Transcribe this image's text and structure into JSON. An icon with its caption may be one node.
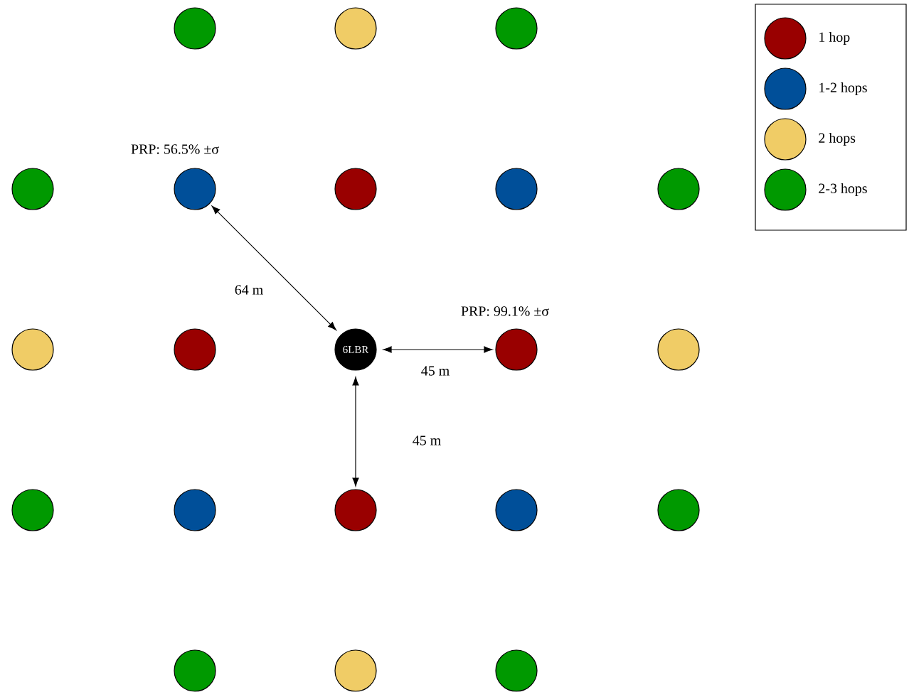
{
  "diagram": {
    "nodes": [
      {
        "text": [],
        "shape": "circle"
      },
      {
        "text": [],
        "shape": "circle"
      },
      {
        "text": [],
        "shape": "circle"
      },
      {
        "text": [],
        "shape": "circle"
      },
      {
        "text": [],
        "shape": "circle",
        "beside": [
          "PRP: 56.5% ±σ"
        ]
      },
      {
        "text": [],
        "shape": "circle"
      },
      {
        "text": [],
        "shape": "circle"
      },
      {
        "text": [],
        "shape": "circle"
      },
      {
        "text": [],
        "shape": "circle"
      },
      {
        "text": [],
        "shape": "circle"
      },
      {
        "text": [
          "6LBR"
        ]
      },
      {
        "text": [],
        "shape": "circle",
        "beside": [
          "PRP: 99.1% ±σ"
        ]
      },
      {
        "text": [],
        "shape": "circle"
      },
      {
        "text": [],
        "shape": "circle"
      },
      {
        "text": [],
        "shape": "circle"
      },
      {
        "text": [],
        "shape": "circle"
      },
      {
        "text": [],
        "shape": "circle"
      },
      {
        "text": [],
        "shape": "circle"
      },
      {
        "text": [],
        "shape": "circle"
      },
      {
        "text": [],
        "shape": "circle"
      },
      {
        "text": [],
        "shape": "circle"
      }
    ],
    "edges": [
      {
        "from": 10,
        "to": 4,
        "arrow": "both",
        "label": "64 m"
      },
      {
        "from": 10,
        "to": 11,
        "arrow": "both",
        "label": "45 m"
      },
      {
        "from": 10,
        "to": 15,
        "arrow": "both",
        "label": "45 m"
      }
    ],
    "legend": [
      {
        "text": "1 hop",
        "color": "#990000"
      },
      {
        "text": "1-2 hops",
        "color": "#004f99"
      },
      {
        "text": "2 hops",
        "color": "#f0cc66"
      },
      {
        "text": "2-3 hops",
        "color": "#009900"
      }
    ]
  }
}
